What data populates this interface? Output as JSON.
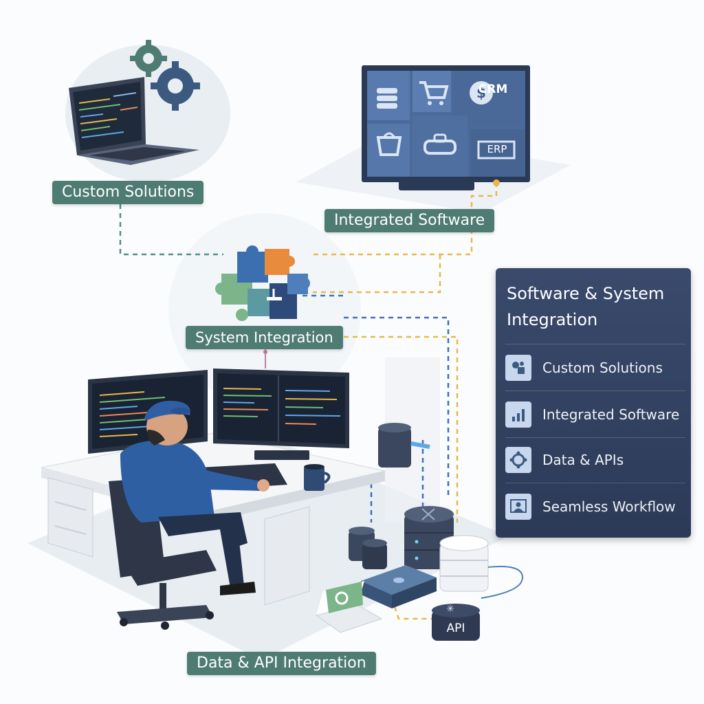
{
  "labels": {
    "custom_solutions": "Custom Solutions",
    "integrated_software": "Integrated Software",
    "system_integration": "System Integration",
    "data_api_integration": "Data & API Integration"
  },
  "monitor_tiles": {
    "crm": "CRM",
    "erp": "ERP"
  },
  "api_label": "API",
  "panel": {
    "title": "Software & System Integration",
    "items": [
      {
        "label": "Custom Solutions",
        "icon": "puzzle-gear-icon"
      },
      {
        "label": "Integrated Software",
        "icon": "bar-chart-icon"
      },
      {
        "label": "Data & APIs",
        "icon": "network-gear-icon"
      },
      {
        "label": "Seamless Workflow",
        "icon": "user-presentation-icon"
      }
    ]
  },
  "colors": {
    "label_green": "#4e7b72",
    "panel_navy": "#33425f",
    "dashed_yellow": "#e8b84a",
    "dashed_blue": "#3f6fb6",
    "dashed_teal": "#4e8f88"
  }
}
